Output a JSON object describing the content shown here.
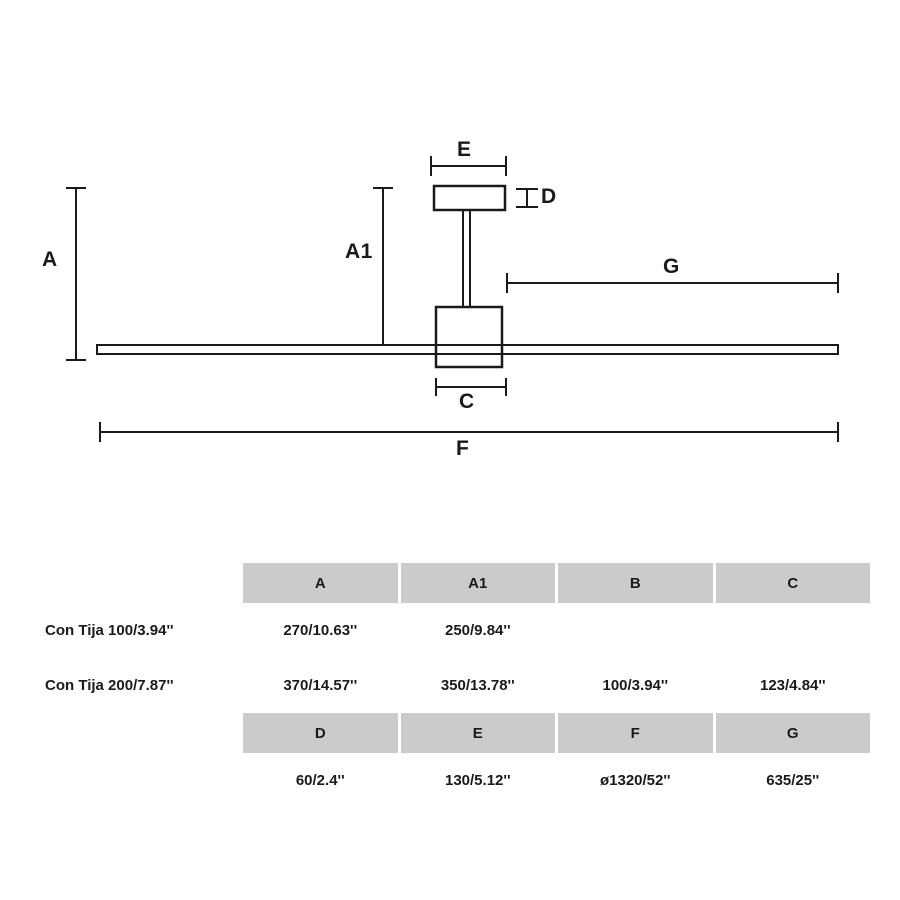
{
  "diagram": {
    "label_a": "A",
    "label_a1": "A1",
    "label_c": "C",
    "label_d": "D",
    "label_e": "E",
    "label_f": "F",
    "label_g": "G"
  },
  "table": {
    "header_top": [
      "A",
      "A1",
      "B",
      "C"
    ],
    "rows": [
      {
        "label": "Con Tija 100/3.94''",
        "values": [
          "270/10.63''",
          "250/9.84''",
          "",
          ""
        ]
      },
      {
        "label": "Con Tija 200/7.87''",
        "values": [
          "370/14.57''",
          "350/13.78''",
          "100/3.94''",
          "123/4.84''"
        ]
      }
    ],
    "header_bottom": [
      "D",
      "E",
      "F",
      "G"
    ],
    "bottom_values": [
      "60/2.4''",
      "130/5.12''",
      "ø1320/52''",
      "635/25''"
    ]
  }
}
